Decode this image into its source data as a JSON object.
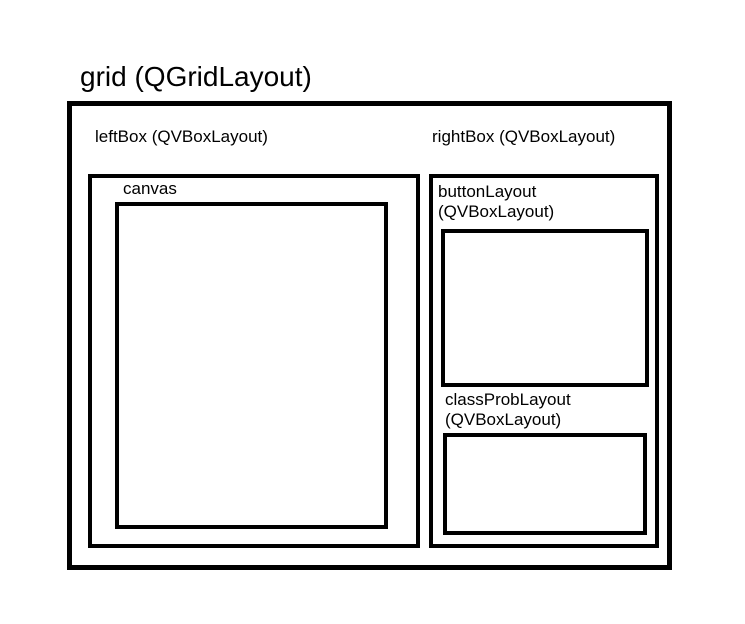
{
  "grid": {
    "label": "grid (QGridLayout)"
  },
  "left_box": {
    "label": "leftBox (QVBoxLayout)",
    "canvas": {
      "label": "canvas"
    }
  },
  "right_box": {
    "label": "rightBox (QVBoxLayout)",
    "button_layout": {
      "label_line1": "buttonLayout",
      "label_line2": "(QVBoxLayout)"
    },
    "class_prob_layout": {
      "label_line1": "classProbLayout",
      "label_line2": "(QVBoxLayout)"
    }
  },
  "colors": {
    "stroke": "#000000",
    "background": "#ffffff"
  }
}
